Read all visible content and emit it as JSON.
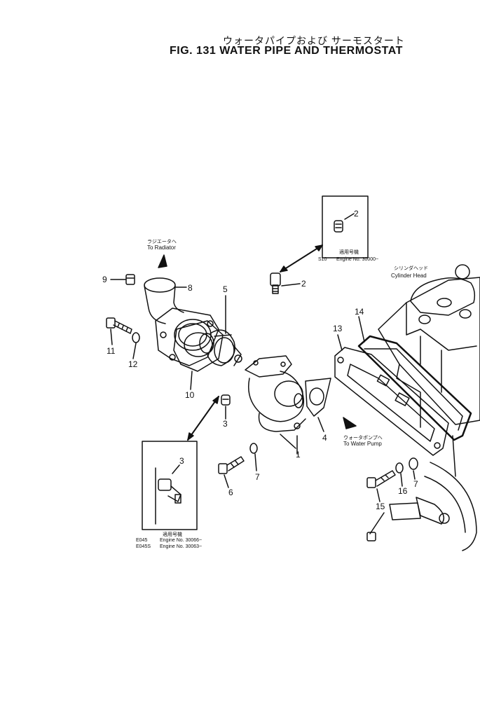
{
  "title": {
    "japanese": "ウォータパイプおよび サーモスタート",
    "english": "FIG. 131 WATER PIPE AND THERMOSTAT"
  },
  "annotations": {
    "to_radiator_jp": "ラジエータへ",
    "to_radiator": "To Radiator",
    "cylinder_head_jp": "シリンダヘッド",
    "cylinder_head": "Cylinder Head",
    "to_water_pump_jp": "ウォータポンプへ",
    "to_water_pump": "To Water Pump"
  },
  "inset_top": {
    "header_jp": "適用号機",
    "model": "S10",
    "engine_no": "Engine No. 30000~"
  },
  "inset_bottom": {
    "header_jp": "適用号機",
    "rows": [
      {
        "model": "E045",
        "engine_no": "Engine No. 30066~"
      },
      {
        "model": "E045S",
        "engine_no": "Engine No. 30063~"
      }
    ]
  },
  "callouts": [
    "1",
    "2",
    "2",
    "3",
    "3",
    "4",
    "5",
    "6",
    "7",
    "7",
    "8",
    "9",
    "10",
    "11",
    "12",
    "13",
    "14",
    "15",
    "16"
  ]
}
